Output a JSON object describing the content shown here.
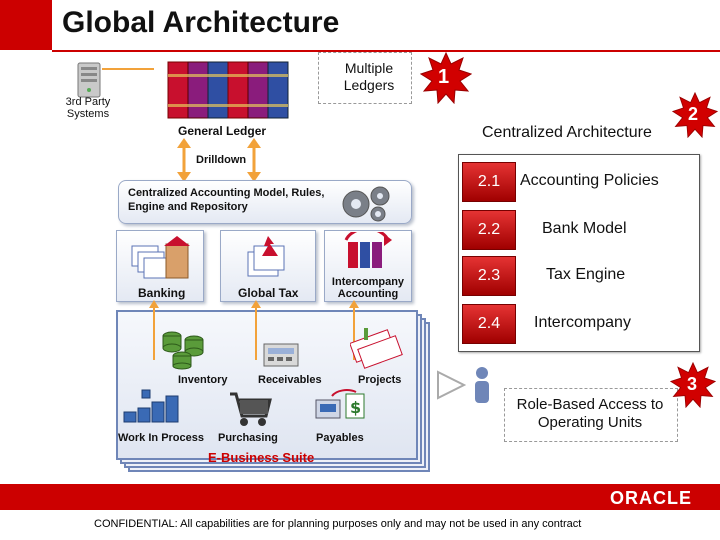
{
  "title": "Global Architecture",
  "labels": {
    "multiple_ledgers": "Multiple Ledgers",
    "third_party": "3rd Party Systems",
    "general_ledger": "General Ledger",
    "drilldown": "Drilldown",
    "centralized_model": "Centralized Accounting Model, Rules, Engine and Repository",
    "banking": "Banking",
    "global_tax": "Global Tax",
    "intercompany_accounting": "Intercompany Accounting",
    "inventory": "Inventory",
    "receivables": "Receivables",
    "projects": "Projects",
    "work_in_process": "Work In Process",
    "purchasing": "Purchasing",
    "payables": "Payables",
    "ebs": "E-Business Suite",
    "centralized_architecture": "Centralized Architecture",
    "role_based": "Role-Based Access to Operating Units"
  },
  "badges": {
    "b1": "1",
    "b2": "2",
    "b3": "3"
  },
  "features": [
    {
      "num": "2.1",
      "label": "Accounting Policies"
    },
    {
      "num": "2.2",
      "label": "Bank Model"
    },
    {
      "num": "2.3",
      "label": "Tax Engine"
    },
    {
      "num": "2.4",
      "label": "Intercompany"
    }
  ],
  "footer": {
    "brand": "ORACLE",
    "confidential": "CONFIDENTIAL: All capabilities are for planning purposes only and may not be used in any contract"
  },
  "colors": {
    "brand_red": "#cc0000",
    "panel_blue": "#6f86b8",
    "arrow_orange": "#f2a23a"
  }
}
